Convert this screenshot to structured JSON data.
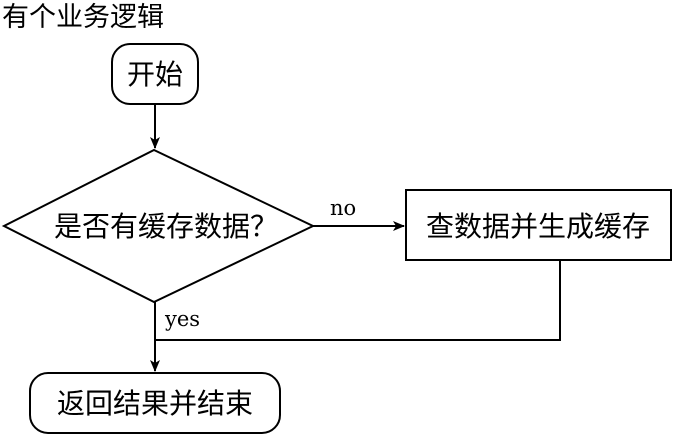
{
  "title": "有个业务逻辑",
  "nodes": {
    "start": {
      "label": "开始",
      "shape": "rounded-rectangle"
    },
    "decision": {
      "label": "是否有缓存数据？",
      "shape": "diamond"
    },
    "query": {
      "label": "查数据并生成缓存",
      "shape": "rectangle"
    },
    "end": {
      "label": "返回结果并结束",
      "shape": "rounded-rectangle"
    }
  },
  "edges": {
    "start_to_decision": {
      "from": "开始",
      "to": "是否有缓存数据？",
      "label": ""
    },
    "decision_no": {
      "from": "是否有缓存数据？",
      "to": "查数据并生成缓存",
      "label": "no"
    },
    "decision_yes": {
      "from": "是否有缓存数据？",
      "to": "返回结果并结束",
      "label": "yes"
    },
    "query_to_end": {
      "from": "查数据并生成缓存",
      "to": "返回结果并结束",
      "label": ""
    }
  },
  "colors": {
    "stroke": "#000000",
    "fill": "#ffffff",
    "text": "#000000"
  }
}
